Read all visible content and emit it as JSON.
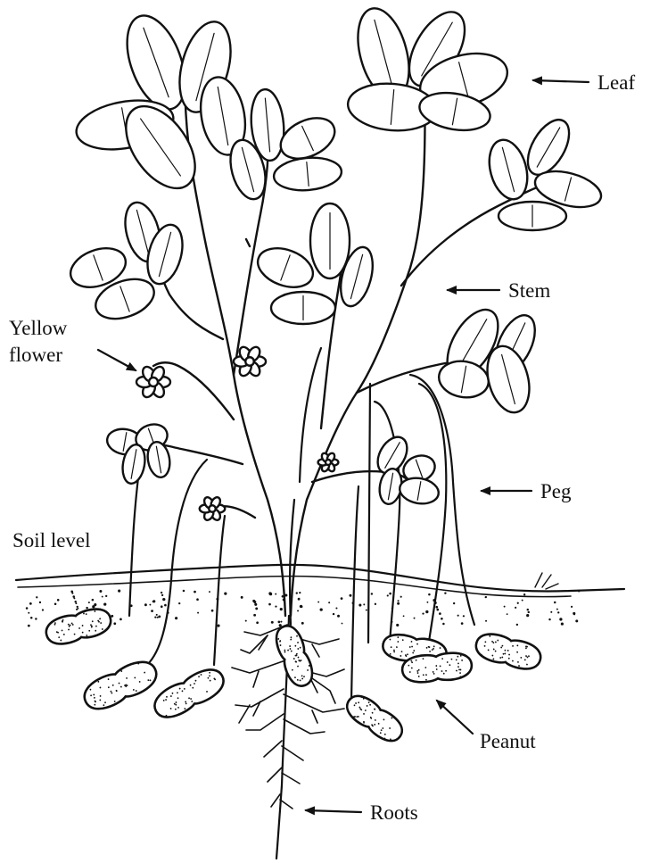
{
  "labels": {
    "leaf": "Leaf",
    "stem": "Stem",
    "yellow_flower_line1": "Yellow",
    "yellow_flower_line2": "flower",
    "peg": "Peg",
    "soil_level": "Soil level",
    "peanut": "Peanut",
    "roots": "Roots"
  },
  "colors": {
    "ink": "#111111",
    "paper": "#ffffff"
  }
}
